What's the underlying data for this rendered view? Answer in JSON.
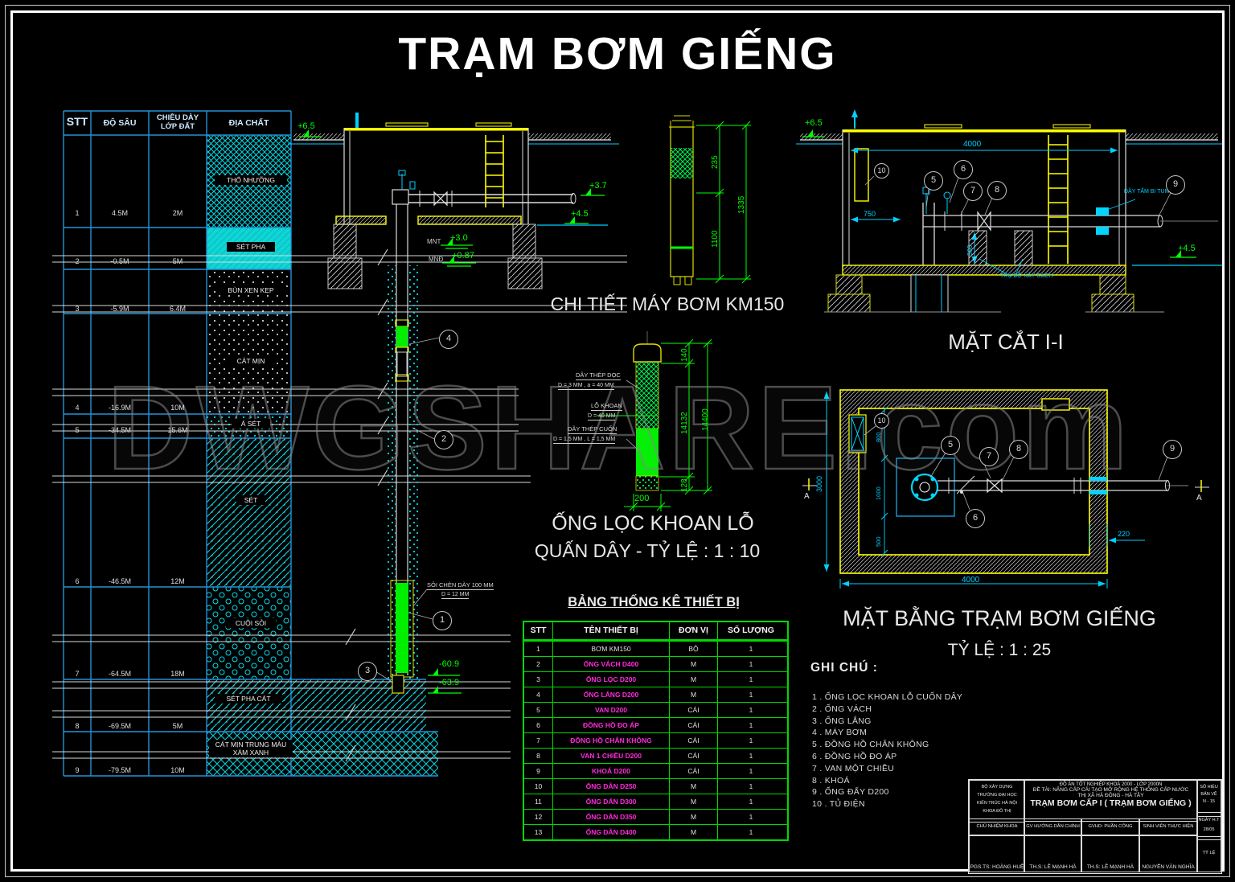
{
  "sheet": {
    "title": "TRẠM BƠM GIẾNG",
    "watermark": "DWGSHARE.com"
  },
  "colors": {
    "cyan": "#00cfff",
    "green": "#00ff00",
    "yellow": "#ffff00",
    "magenta": "#ff2bd9",
    "table_blue": "#2492d6",
    "grid_green": "#00d900"
  },
  "soil_table": {
    "headers": [
      "STT",
      "ĐỘ SÂU",
      "CHIỀU DÀY LỚP ĐẤT",
      "ĐỊA CHẤT"
    ],
    "rows": [
      {
        "stt": "1",
        "depth": "4.5M",
        "thickness": "2M",
        "layer": "THỔ NHƯỠNG"
      },
      {
        "stt": "2",
        "depth": "-0.5M",
        "thickness": "5M",
        "layer": "SÉT PHA"
      },
      {
        "stt": "3",
        "depth": "-5.9M",
        "thickness": "6.4M",
        "layer": "BÙN XEN KẸP"
      },
      {
        "stt": "4",
        "depth": "-16.9M",
        "thickness": "10M",
        "layer": "CÁT MỊN"
      },
      {
        "stt": "5",
        "depth": "-34.5M",
        "thickness": "15.6M",
        "layer": "Á SÉT"
      },
      {
        "stt": "6",
        "depth": "-46.5M",
        "thickness": "12M",
        "layer": "SÉT"
      },
      {
        "stt": "7",
        "depth": "-64.5M",
        "thickness": "18M",
        "layer": "CUỘI SỎI"
      },
      {
        "stt": "8",
        "depth": "-69.5M",
        "thickness": "5M",
        "layer": "SÉT PHA CÁT"
      },
      {
        "stt": "9",
        "depth": "-79.5M",
        "thickness": "10M",
        "layer": "CÁT MỊN TRUNG MÀU XÁM XANH"
      }
    ]
  },
  "well_drawing": {
    "elev_ground": "+6.5",
    "elev_pipe": "+3.7",
    "elev_floor": "+4.5",
    "mnt_label": "MNT",
    "mnt": "+3.0",
    "mnd_label": "MNĐ",
    "mnd": "+0.87",
    "gravel_note1": "SỎI CHÈN DÀY 100 MM",
    "gravel_note2": "D = 12 MM",
    "elev_b1": "-60.9",
    "elev_b2": "-63.9",
    "callouts": [
      "1",
      "2",
      "3",
      "4"
    ]
  },
  "pump_detail": {
    "title": "CHI TIẾT MÁY BƠM KM150",
    "dim_235": "235",
    "dim_1100": "1100",
    "dim_1335": "1335"
  },
  "filter_detail": {
    "title1": "ỐNG LỌC KHOAN LỖ",
    "title2": "QUẤN DÂY -  TỶ LỆ : 1 : 10",
    "lbl1a": "DÂY THÉP DỌC",
    "lbl1b": "D = 3 MM , a = 40 MM",
    "lbl2a": "LỖ KHOAN",
    "lbl2b": "D = 40 MM",
    "lbl3a": "DÂY THÉP CUỐN",
    "lbl3b": "D = 1,5 MM , L = 1,5 MM",
    "dim_140": "140",
    "dim_14132": "14132",
    "dim_14400": "14400",
    "dim_128": "128",
    "dim_200": "200"
  },
  "section_ii": {
    "title": "MẶT CẮT I-I",
    "elev_left": "+6.5",
    "elev_right": "+4.5",
    "dim_4000": "4000",
    "dim_750": "750",
    "dim_500": "500",
    "label_sleeve": "ĐẬY TẤM BI TUM",
    "label_pillar": "TRỤ ĐỠ XÂY GẠCH",
    "callouts": [
      "5",
      "6",
      "7",
      "8",
      "9",
      "10"
    ]
  },
  "plan_view": {
    "title": "MẶT BẰNG TRẠM BƠM GIẾNG",
    "scale": "TỶ LỆ : 1 : 25",
    "dim_3000": "3000",
    "dim_4000": "4000",
    "dim_220": "220",
    "dim_800": "800",
    "dim_1000": "1000",
    "dim_500": "500",
    "marker": "A",
    "callouts": [
      "5",
      "6",
      "7",
      "8",
      "9",
      "10"
    ]
  },
  "equipment_table": {
    "title": "BẢNG THỐNG KÊ THIẾT BỊ",
    "headers": [
      "STT",
      "TÊN THIẾT BỊ",
      "ĐƠN VỊ",
      "SỐ LƯỢNG"
    ],
    "rows": [
      [
        "1",
        "BƠM KM150",
        "BỘ",
        "1"
      ],
      [
        "2",
        "ỐNG VÁCH D400",
        "M",
        "1"
      ],
      [
        "3",
        "ỐNG LỌC D200",
        "M",
        "1"
      ],
      [
        "4",
        "ỐNG LẮNG D200",
        "M",
        "1"
      ],
      [
        "5",
        "VAN D200",
        "CÁI",
        "1"
      ],
      [
        "6",
        "ĐỒNG HỒ ĐO ÁP",
        "CÁI",
        "1"
      ],
      [
        "7",
        "ĐỒNG HỒ CHÂN KHÔNG",
        "CÁI",
        "1"
      ],
      [
        "8",
        "VAN 1 CHIỀU D200",
        "CÁI",
        "1"
      ],
      [
        "9",
        "KHOÁ D200",
        "CÁI",
        "1"
      ],
      [
        "10",
        "ỐNG DẪN D250",
        "M",
        "1"
      ],
      [
        "11",
        "ỐNG DẪN D300",
        "M",
        "1"
      ],
      [
        "12",
        "ỐNG DẪN D350",
        "M",
        "1"
      ],
      [
        "13",
        "ỐNG DẪN D400",
        "M",
        "1"
      ]
    ]
  },
  "notes": {
    "title": "GHI CHÚ :",
    "items": [
      "1 .  ỐNG LỌC KHOAN LỖ CUỐN DÂY",
      "2 .  ỐNG VÁCH",
      "3 .  ỐNG LẮNG",
      "4 .  MÁY BƠM",
      "5 .  ĐỒNG HỒ CHÂN KHÔNG",
      "6 .  ĐỒNG HỒ ĐO ÁP",
      "7 .  VAN MỘT CHIỀU",
      "8 .  KHOÁ",
      "9 .  ỐNG ĐẨY D200",
      "10 . TỦ ĐIỆN"
    ]
  },
  "title_block": {
    "org_lines": [
      "BỘ XÂY DỰNG",
      "TRƯỜNG ĐẠI HỌC",
      "KIẾN TRÚC HÀ NỘI",
      "KHOA ĐÔ THỊ"
    ],
    "project_line1": "ĐỒ ÁN TỐT NGHIỆP KHOÁ 2000 - LỚP 2000N",
    "project_line2": "ĐỀ TÀI: NÂNG CẤP CẢI TẠO MỞ RỘNG HỆ THỐNG CẤP NƯỚC",
    "project_line3": "THỊ XÃ HÀ ĐÔNG - HÀ TÂY",
    "drawing_title": "TRẠM BƠM CẤP I ( TRẠM BƠM GIẾNG )",
    "roles": [
      "CHỦ NHIỆM KHOA",
      "GV HƯỚNG DẪN CHÍNH",
      "GVHD: PHẦN CÔNG NGHỆ",
      "SINH VIÊN THỰC HIỆN"
    ],
    "names": [
      "PGS.TS: HOÀNG HUỆ",
      "TH.S: LÊ MẠNH HÀ",
      "TH.S: LÊ MẠNH HÀ",
      "NGUYỄN VĂN NGHĨA"
    ],
    "sheet_label1": "SỐ HIỆU",
    "sheet_label2": "BẢN VẼ",
    "sheet_no": "N - 15",
    "date_label": "NGÀY H.T",
    "date_value": "28/05",
    "scale_label": "TỶ LỆ"
  }
}
